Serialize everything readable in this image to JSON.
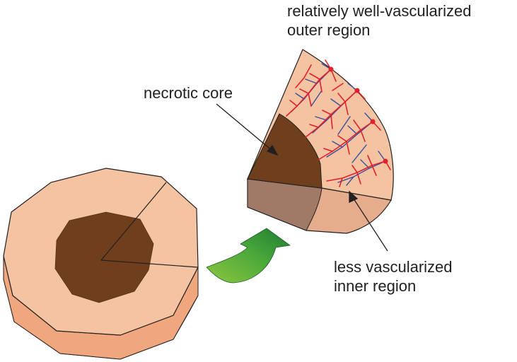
{
  "labels": {
    "outer_line1": "relatively well-vascularized",
    "outer_line2": "outer region",
    "core": "necrotic core",
    "inner_line1": "less vascularized",
    "inner_line2": "inner region"
  },
  "colors": {
    "tissue": "#f4c3a1",
    "tissue_side": "#f0a77d",
    "core": "#6f3f1d",
    "core_side": "#9a7560",
    "wedge_side": "#d9a384",
    "vessel_red": "#e2202a",
    "vessel_blue": "#3a4ea0",
    "arrow_light": "#8dc63f",
    "arrow_dark": "#1e7b32",
    "outline": "#231f20"
  }
}
